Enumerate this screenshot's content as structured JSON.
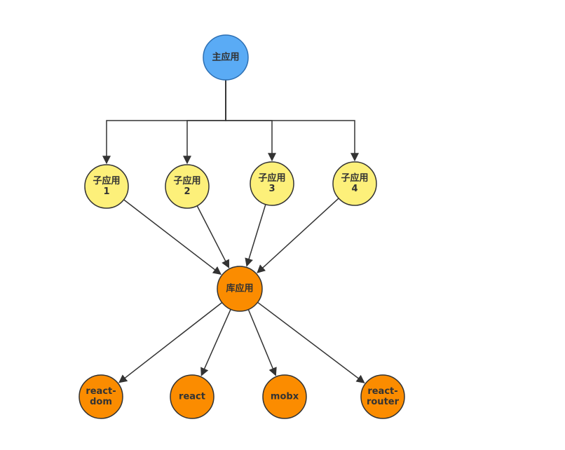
{
  "colors": {
    "main": "#5aabf5",
    "main_stroke": "#2c6fb3",
    "sub": "#fdf07a",
    "sub_stroke": "#333333",
    "lib": "#fb8c00",
    "lib_stroke": "#333333",
    "edge": "#333333"
  },
  "nodes": {
    "main": {
      "label": [
        "主应用"
      ]
    },
    "sub1": {
      "label": [
        "子应用",
        "1"
      ]
    },
    "sub2": {
      "label": [
        "子应用",
        "2"
      ]
    },
    "sub3": {
      "label": [
        "子应用",
        "3"
      ]
    },
    "sub4": {
      "label": [
        "子应用",
        "4"
      ]
    },
    "lib": {
      "label": [
        "库应用"
      ]
    },
    "react_dom": {
      "label": [
        "react-",
        "dom"
      ]
    },
    "react": {
      "label": [
        "react"
      ]
    },
    "mobx": {
      "label": [
        "mobx"
      ]
    },
    "react_router": {
      "label": [
        "react-",
        "router"
      ]
    }
  },
  "edges": [
    [
      "main",
      "sub1"
    ],
    [
      "main",
      "sub2"
    ],
    [
      "main",
      "sub3"
    ],
    [
      "main",
      "sub4"
    ],
    [
      "sub1",
      "lib"
    ],
    [
      "sub2",
      "lib"
    ],
    [
      "sub3",
      "lib"
    ],
    [
      "sub4",
      "lib"
    ],
    [
      "lib",
      "react_dom"
    ],
    [
      "lib",
      "react"
    ],
    [
      "lib",
      "mobx"
    ],
    [
      "lib",
      "react_router"
    ]
  ]
}
